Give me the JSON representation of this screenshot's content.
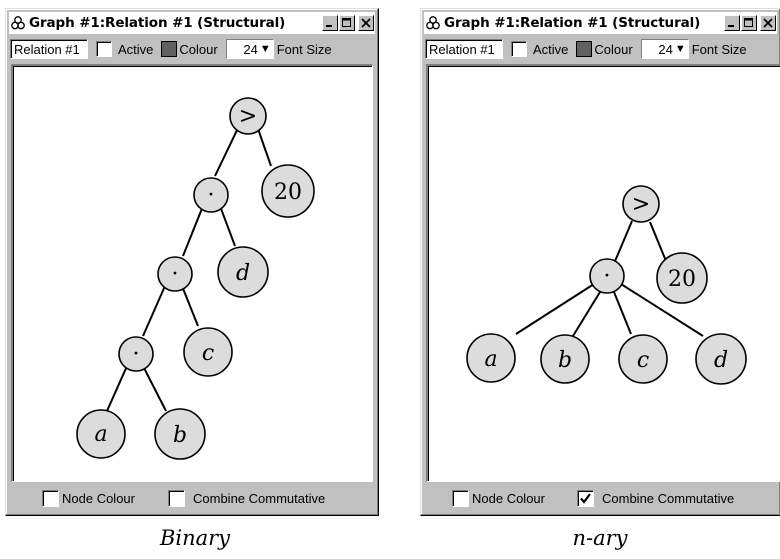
{
  "windows": [
    {
      "title": "Graph #1:Relation #1 (Structural)",
      "relation_field": "Relation #1",
      "active_label": "Active",
      "colour_label": "Colour",
      "font_size_value": "24",
      "font_size_label": "Font Size",
      "node_colour_label": "Node Colour",
      "combine_label": "Combine Commutative",
      "combine_checked": false,
      "swatch_color": "#606060",
      "node_fill": "#dcdcdc",
      "nodes": {
        "root": ">",
        "dot1": "·",
        "n20": "20",
        "dot2": "·",
        "d": "d",
        "dot3": "·",
        "c": "c",
        "a": "a",
        "b": "b"
      },
      "caption": "Binary"
    },
    {
      "title": "Graph #1:Relation #1 (Structural)",
      "relation_field": "Relation #1",
      "active_label": "Active",
      "colour_label": "Colour",
      "font_size_value": "24",
      "font_size_label": "Font Size",
      "node_colour_label": "Node Colour",
      "combine_label": "Combine Commutative",
      "combine_checked": true,
      "swatch_color": "#606060",
      "node_fill": "#dcdcdc",
      "nodes": {
        "root": ">",
        "dot": "·",
        "n20": "20",
        "a": "a",
        "b": "b",
        "c": "c",
        "d": "d"
      },
      "caption": "n-ary"
    }
  ],
  "icons": {
    "app": "app-logo-icon",
    "minimize": "minimize-icon",
    "maximize": "maximize-icon",
    "close": "close-icon",
    "dropdown": "chevron-down-icon",
    "check": "checkmark-icon"
  }
}
